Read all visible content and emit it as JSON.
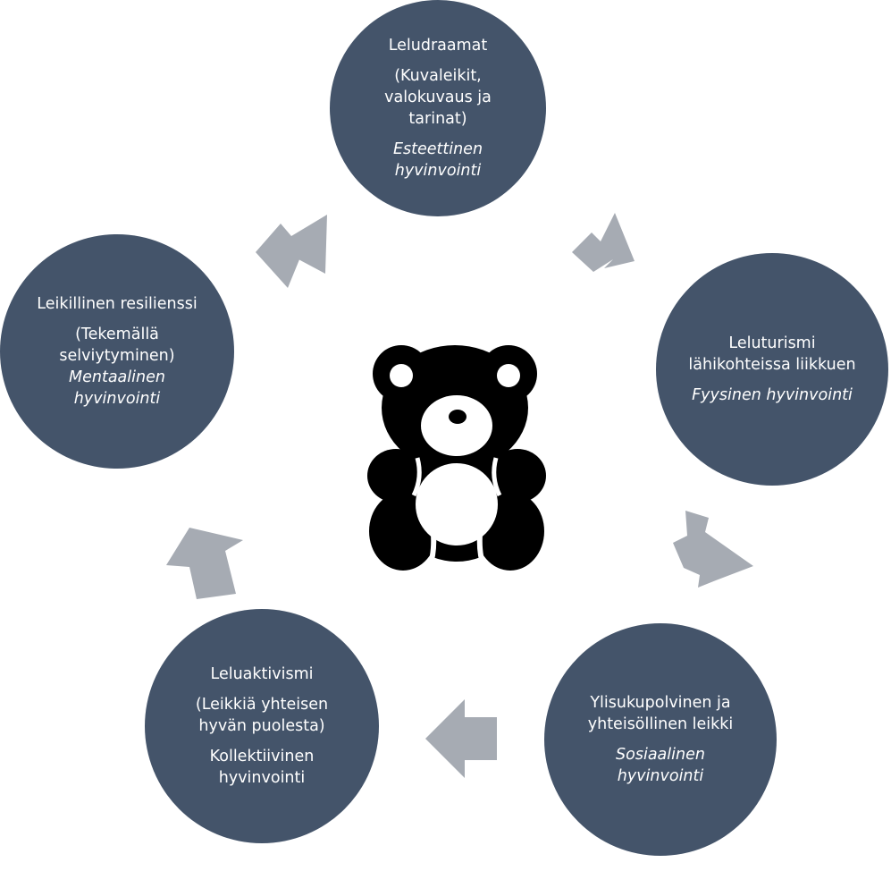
{
  "colors": {
    "circle_fill": "#44546a",
    "circle_text": "#ffffff",
    "arrow_fill": "#a6abb3",
    "bear_fill": "#000000"
  },
  "center_icon": "teddy-bear-icon",
  "nodes": {
    "top": {
      "title": "Leludraamat",
      "detail": "(Kuvaleikit, valokuvaus ja tarinat)",
      "wellbeing": "Esteettinen hyvinvointi"
    },
    "right": {
      "title": "Leluturismi lähikohteissa liikkuen",
      "wellbeing": "Fyysinen hyvinvointi"
    },
    "bottom_right": {
      "title": "Ylisukupolvinen ja yhteisöllinen leikki",
      "wellbeing": "Sosiaalinen hyvinvointi"
    },
    "bottom_left": {
      "title": "Leluaktivismi",
      "detail": "(Leikkiä yhteisen hyvän puolesta)",
      "wellbeing": "Kollektiivinen hyvinvointi"
    },
    "left": {
      "title": "Leikillinen resilienssi",
      "detail": "(Tekemällä selviytyminen)",
      "wellbeing": "Mentaalinen hyvinvointi"
    }
  }
}
